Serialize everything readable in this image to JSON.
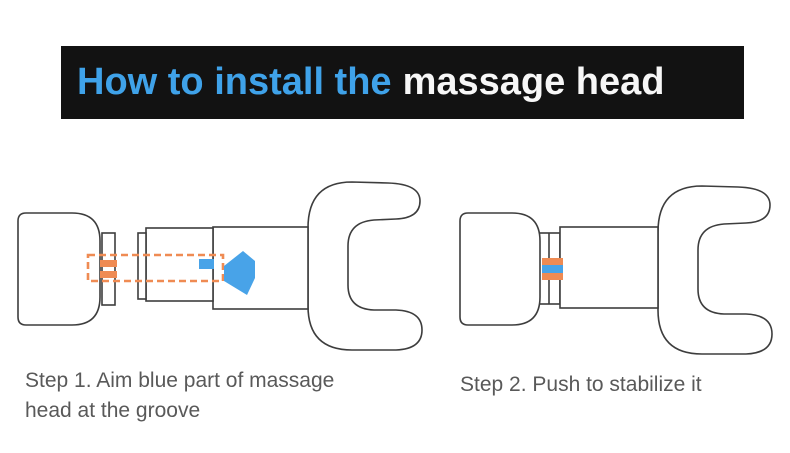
{
  "title": {
    "highlight": "How to install the",
    "rest": "massage head"
  },
  "steps": [
    {
      "lines": [
        "Step 1. Aim blue part of massage",
        "head at the groove"
      ]
    },
    {
      "lines": [
        "Step 2. Push to stabilize it"
      ]
    }
  ],
  "figure": {
    "step1": {
      "parts": [
        "massage-head",
        "groove-ring-orange-stripes",
        "orange-dashed-alignment-box",
        "shaft",
        "blue-tab-part",
        "gun-socket",
        "gun-c-body",
        "blue-left-arrow-icon"
      ]
    },
    "step2": {
      "parts": [
        "massage-head",
        "aligned-ring-orange-blue-orange-stripes",
        "gun-socket",
        "gun-c-body"
      ]
    }
  },
  "colors": {
    "banner_background": "#121212",
    "title_highlight_blue": "#3fa2e9",
    "title_text_white": "#f7f7f7",
    "diagram_outline_gray": "#3d3d3d",
    "accent_orange": "#ef8b53",
    "accent_blue": "#48a3e8",
    "caption_gray": "#595959"
  }
}
